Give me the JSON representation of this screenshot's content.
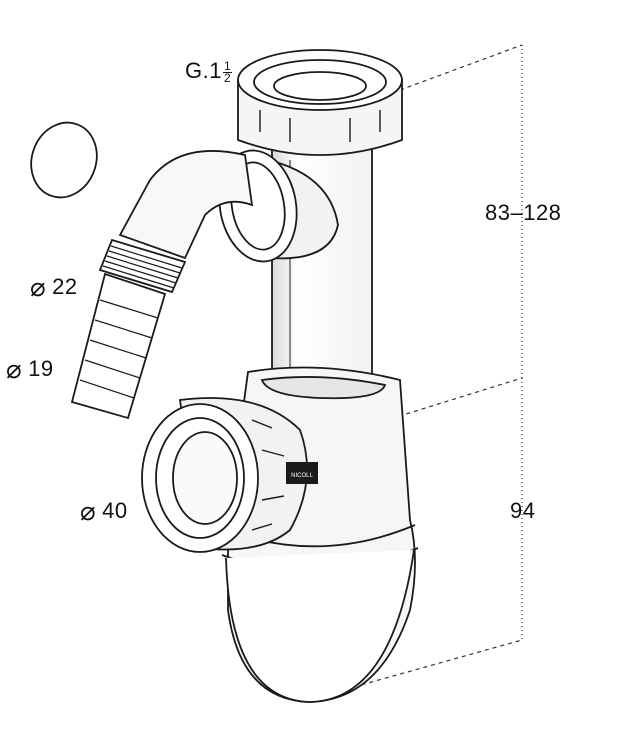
{
  "labels": {
    "thread_prefix": "G.1",
    "thread_fraction_numerator": "1",
    "thread_fraction_denominator": "2",
    "dim_height": "83–128",
    "dim_trap": "94",
    "dia_hose_outer": "22",
    "dia_hose_inner": "19",
    "dia_outlet": "40",
    "diameter_symbol": "⌀",
    "outlet_badge": "NICOLL"
  },
  "colors": {
    "line": "#1a1a1a",
    "fill": "#ffffff",
    "shade": "#e9e9e9",
    "dash": "#333333"
  }
}
